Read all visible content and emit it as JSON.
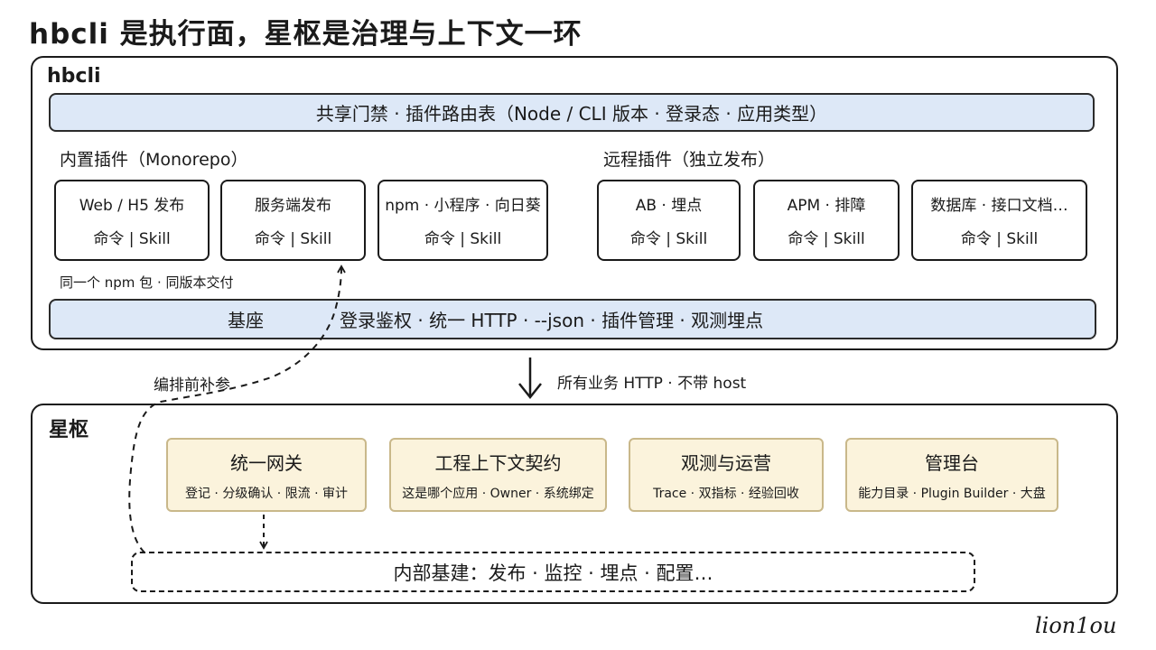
{
  "title": "hbcli 是执行面，星枢是治理与上下文一环",
  "hbcli": {
    "label": "hbcli",
    "top_band": "共享门禁 · 插件路由表（Node / CLI 版本 · 登录态 · 应用类型）",
    "builtin_label": "内置插件（Monorepo）",
    "remote_label": "远程插件（独立发布）",
    "builtin_plugins": [
      {
        "name": "Web / H5 发布",
        "detail": "命令 | Skill"
      },
      {
        "name": "服务端发布",
        "detail": "命令 | Skill"
      },
      {
        "name": "npm · 小程序 · 向日葵",
        "detail": "命令 | Skill"
      }
    ],
    "remote_plugins": [
      {
        "name": "AB · 埋点",
        "detail": "命令 | Skill"
      },
      {
        "name": "APM · 排障",
        "detail": "命令 | Skill"
      },
      {
        "name": "数据库 · 接口文档…",
        "detail": "命令 | Skill"
      }
    ],
    "npm_note": "同一个 npm 包 · 同版本交付",
    "base_label": "基座",
    "base_items": "登录鉴权 · 统一 HTTP · --json · 插件管理 · 观测埋点"
  },
  "arrow_label": "所有业务 HTTP · 不带 host",
  "loop_label": "编排前补参",
  "xingshu": {
    "label": "星枢",
    "modules": [
      {
        "name": "统一网关",
        "detail": "登记 · 分级确认 · 限流 · 审计"
      },
      {
        "name": "工程上下文契约",
        "detail": "这是哪个应用 · Owner · 系统绑定"
      },
      {
        "name": "观测与运营",
        "detail": "Trace · 双指标 · 经验回收"
      },
      {
        "name": "管理台",
        "detail": "能力目录 · Plugin Builder · 大盘"
      }
    ],
    "infra": "内部基建：发布 · 监控 · 埋点 · 配置…"
  },
  "signature": "lion1ou",
  "colors": {
    "blue_band": "#dde8f7",
    "yellow_card": "#fbf3dc",
    "yellow_border": "#c9b88a",
    "ink": "#1a1a1a"
  }
}
